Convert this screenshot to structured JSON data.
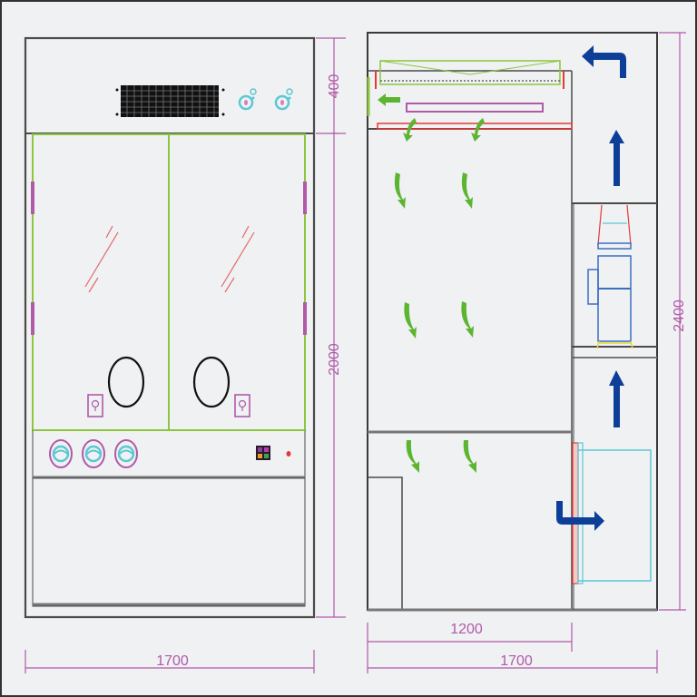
{
  "diagram": {
    "type": "engineering-elevation-drawing",
    "views": [
      "front-view",
      "side-section-view"
    ],
    "colors": {
      "background": "#f0f1f3",
      "outline": "#4a4a4a",
      "door_frame": "#8cc63f",
      "dimension": "#b05aa8",
      "airflow_clean": "#5cb531",
      "airflow_exhaust": "#0d3f99",
      "filter_red": "#e53935",
      "cyan_component": "#5bc8d3",
      "control_knob": "#5bc8d3"
    }
  },
  "front_view": {
    "dimensions": {
      "top_height": "400",
      "body_height": "2000",
      "width": "1700"
    },
    "components": {
      "vent_grille": "vent-grille",
      "top_knobs": 2,
      "doors": 2,
      "glove_ports": 2,
      "door_outlets": 2,
      "control_gauges": 3,
      "display": "control-display",
      "indicator": "red-indicator-light"
    }
  },
  "side_view": {
    "dimensions": {
      "total_height": "2400",
      "inner_width": "1200",
      "total_width": "1700"
    },
    "airflow": {
      "clean_arrows": 8,
      "exhaust_arrows": 4
    }
  }
}
